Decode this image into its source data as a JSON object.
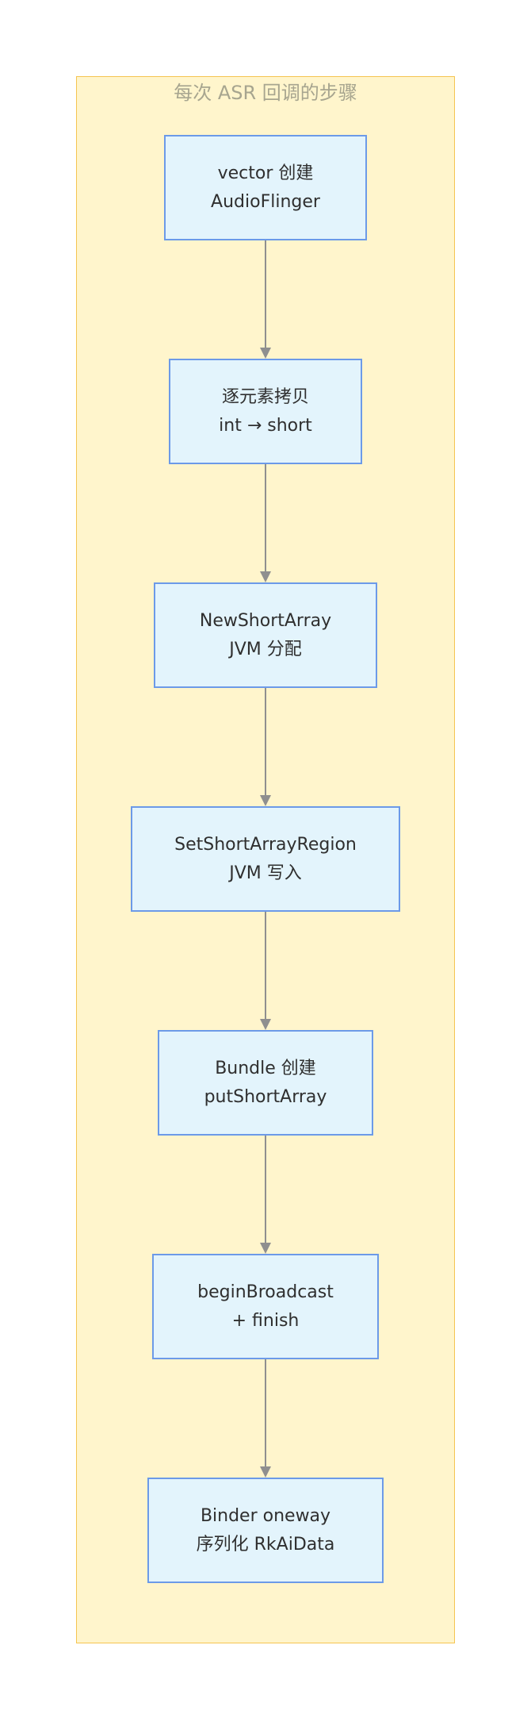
{
  "diagram": {
    "group_title": "每次 ASR 回调的步骤",
    "nodes": [
      {
        "id": "n1",
        "lines": [
          "vector 创建",
          "AudioFlinger"
        ]
      },
      {
        "id": "n2",
        "lines": [
          "逐元素拷贝",
          "int → short"
        ]
      },
      {
        "id": "n3",
        "lines": [
          "NewShortArray",
          "JVM 分配"
        ]
      },
      {
        "id": "n4",
        "lines": [
          "SetShortArrayRegion",
          "JVM 写入"
        ]
      },
      {
        "id": "n5",
        "lines": [
          "Bundle 创建",
          "putShortArray"
        ]
      },
      {
        "id": "n6",
        "lines": [
          "beginBroadcast",
          "+ finish"
        ]
      },
      {
        "id": "n7",
        "lines": [
          "Binder oneway",
          "序列化 RkAiData"
        ]
      }
    ],
    "edges": [
      {
        "from": "n1",
        "to": "n2"
      },
      {
        "from": "n2",
        "to": "n3"
      },
      {
        "from": "n3",
        "to": "n4"
      },
      {
        "from": "n4",
        "to": "n5"
      },
      {
        "from": "n5",
        "to": "n6"
      },
      {
        "from": "n6",
        "to": "n7"
      }
    ],
    "colors": {
      "group_fill": "#fff5cc",
      "group_border": "#f5c451",
      "node_fill": "#e3f4fc",
      "node_border": "#6c9ae8",
      "edge": "#8f8f8f"
    }
  }
}
